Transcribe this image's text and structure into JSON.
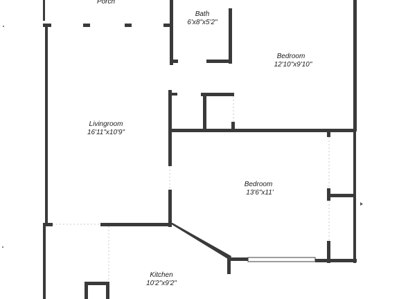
{
  "rooms": {
    "porch": {
      "name": "Porch"
    },
    "bath": {
      "name": "Bath",
      "size": "6'x8\"x5'2\""
    },
    "bedroom1": {
      "name": "Bedroom",
      "size": "12'10\"x9'10\""
    },
    "livingroom": {
      "name": "Livingroom",
      "size": "16'11\"x10'9\""
    },
    "bedroom2": {
      "name": "Bedroom",
      "size": "13'6\"x11'"
    },
    "kitchen": {
      "name": "Kitchen",
      "size": "10'2\"x9'2\""
    }
  },
  "colors": {
    "wall": "#3a3a3a",
    "background": "#ffffff"
  }
}
